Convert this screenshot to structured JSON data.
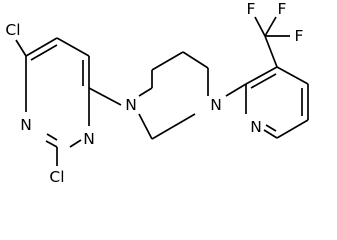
{
  "structure": {
    "atoms": {
      "cl_top": "Cl",
      "cl_bottom": "Cl",
      "n_pyrimidine_upper": "N",
      "n_pyrimidine_lower": "N",
      "n_piperazine_left": "N",
      "n_piperazine_right": "N",
      "n_pyridine": "N",
      "f_top_left": "F",
      "f_top_right": "F",
      "f_right": "F"
    }
  }
}
